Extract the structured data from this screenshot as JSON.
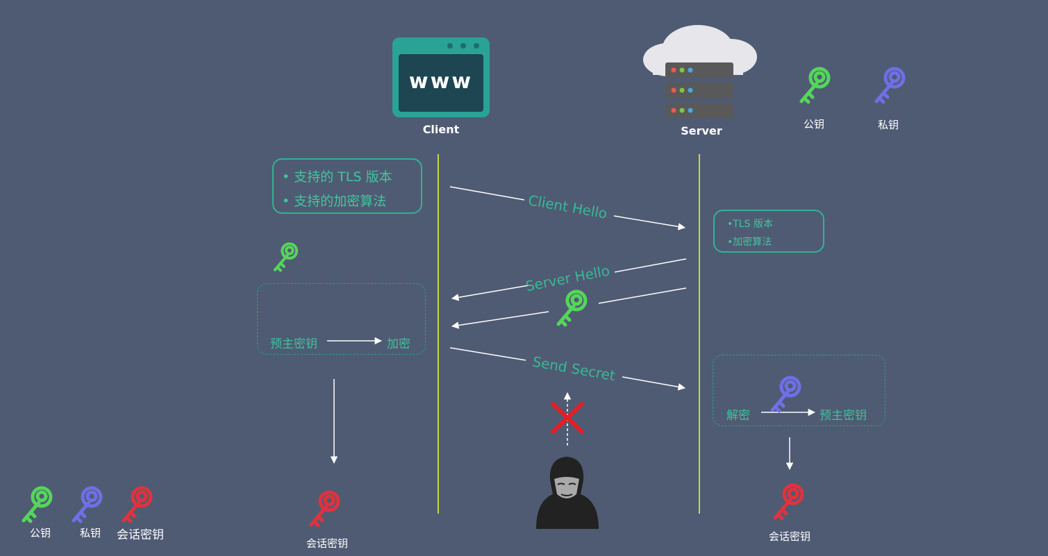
{
  "actors": {
    "client": {
      "label": "Client",
      "screen_text": "www"
    },
    "server": {
      "label": "Server"
    }
  },
  "legend_top": {
    "public_key": "公钥",
    "private_key": "私钥"
  },
  "legend_bottom": {
    "public_key": "公钥",
    "private_key": "私钥",
    "session_key": "会话密钥"
  },
  "client_hello_box": {
    "items": [
      "• 支持的 TLS 版本",
      "• 支持的加密算法"
    ]
  },
  "server_choice_box": {
    "items": [
      "•TLS 版本",
      "•加密算法"
    ]
  },
  "messages": {
    "client_hello": "Client Hello",
    "server_hello": "Server Hello",
    "send_secret": "Send Secret"
  },
  "client_encrypt": {
    "source": "预主密钥",
    "result": "加密"
  },
  "server_decrypt": {
    "source": "解密",
    "result": "预主密钥"
  },
  "client_session_key": "会话密钥",
  "server_session_key": "会话密钥",
  "colors": {
    "background": "#4f5b73",
    "public_key": "#54d65a",
    "private_key": "#6f6fe6",
    "session_key": "#e0323e",
    "teal": "#33b392",
    "lifeline": "#c9d44a"
  },
  "icons": {
    "client": "browser-window-icon",
    "server": "cloud-server-icon",
    "attacker": "hooded-hacker-icon",
    "blocked": "red-x-icon",
    "key": "key-icon"
  }
}
